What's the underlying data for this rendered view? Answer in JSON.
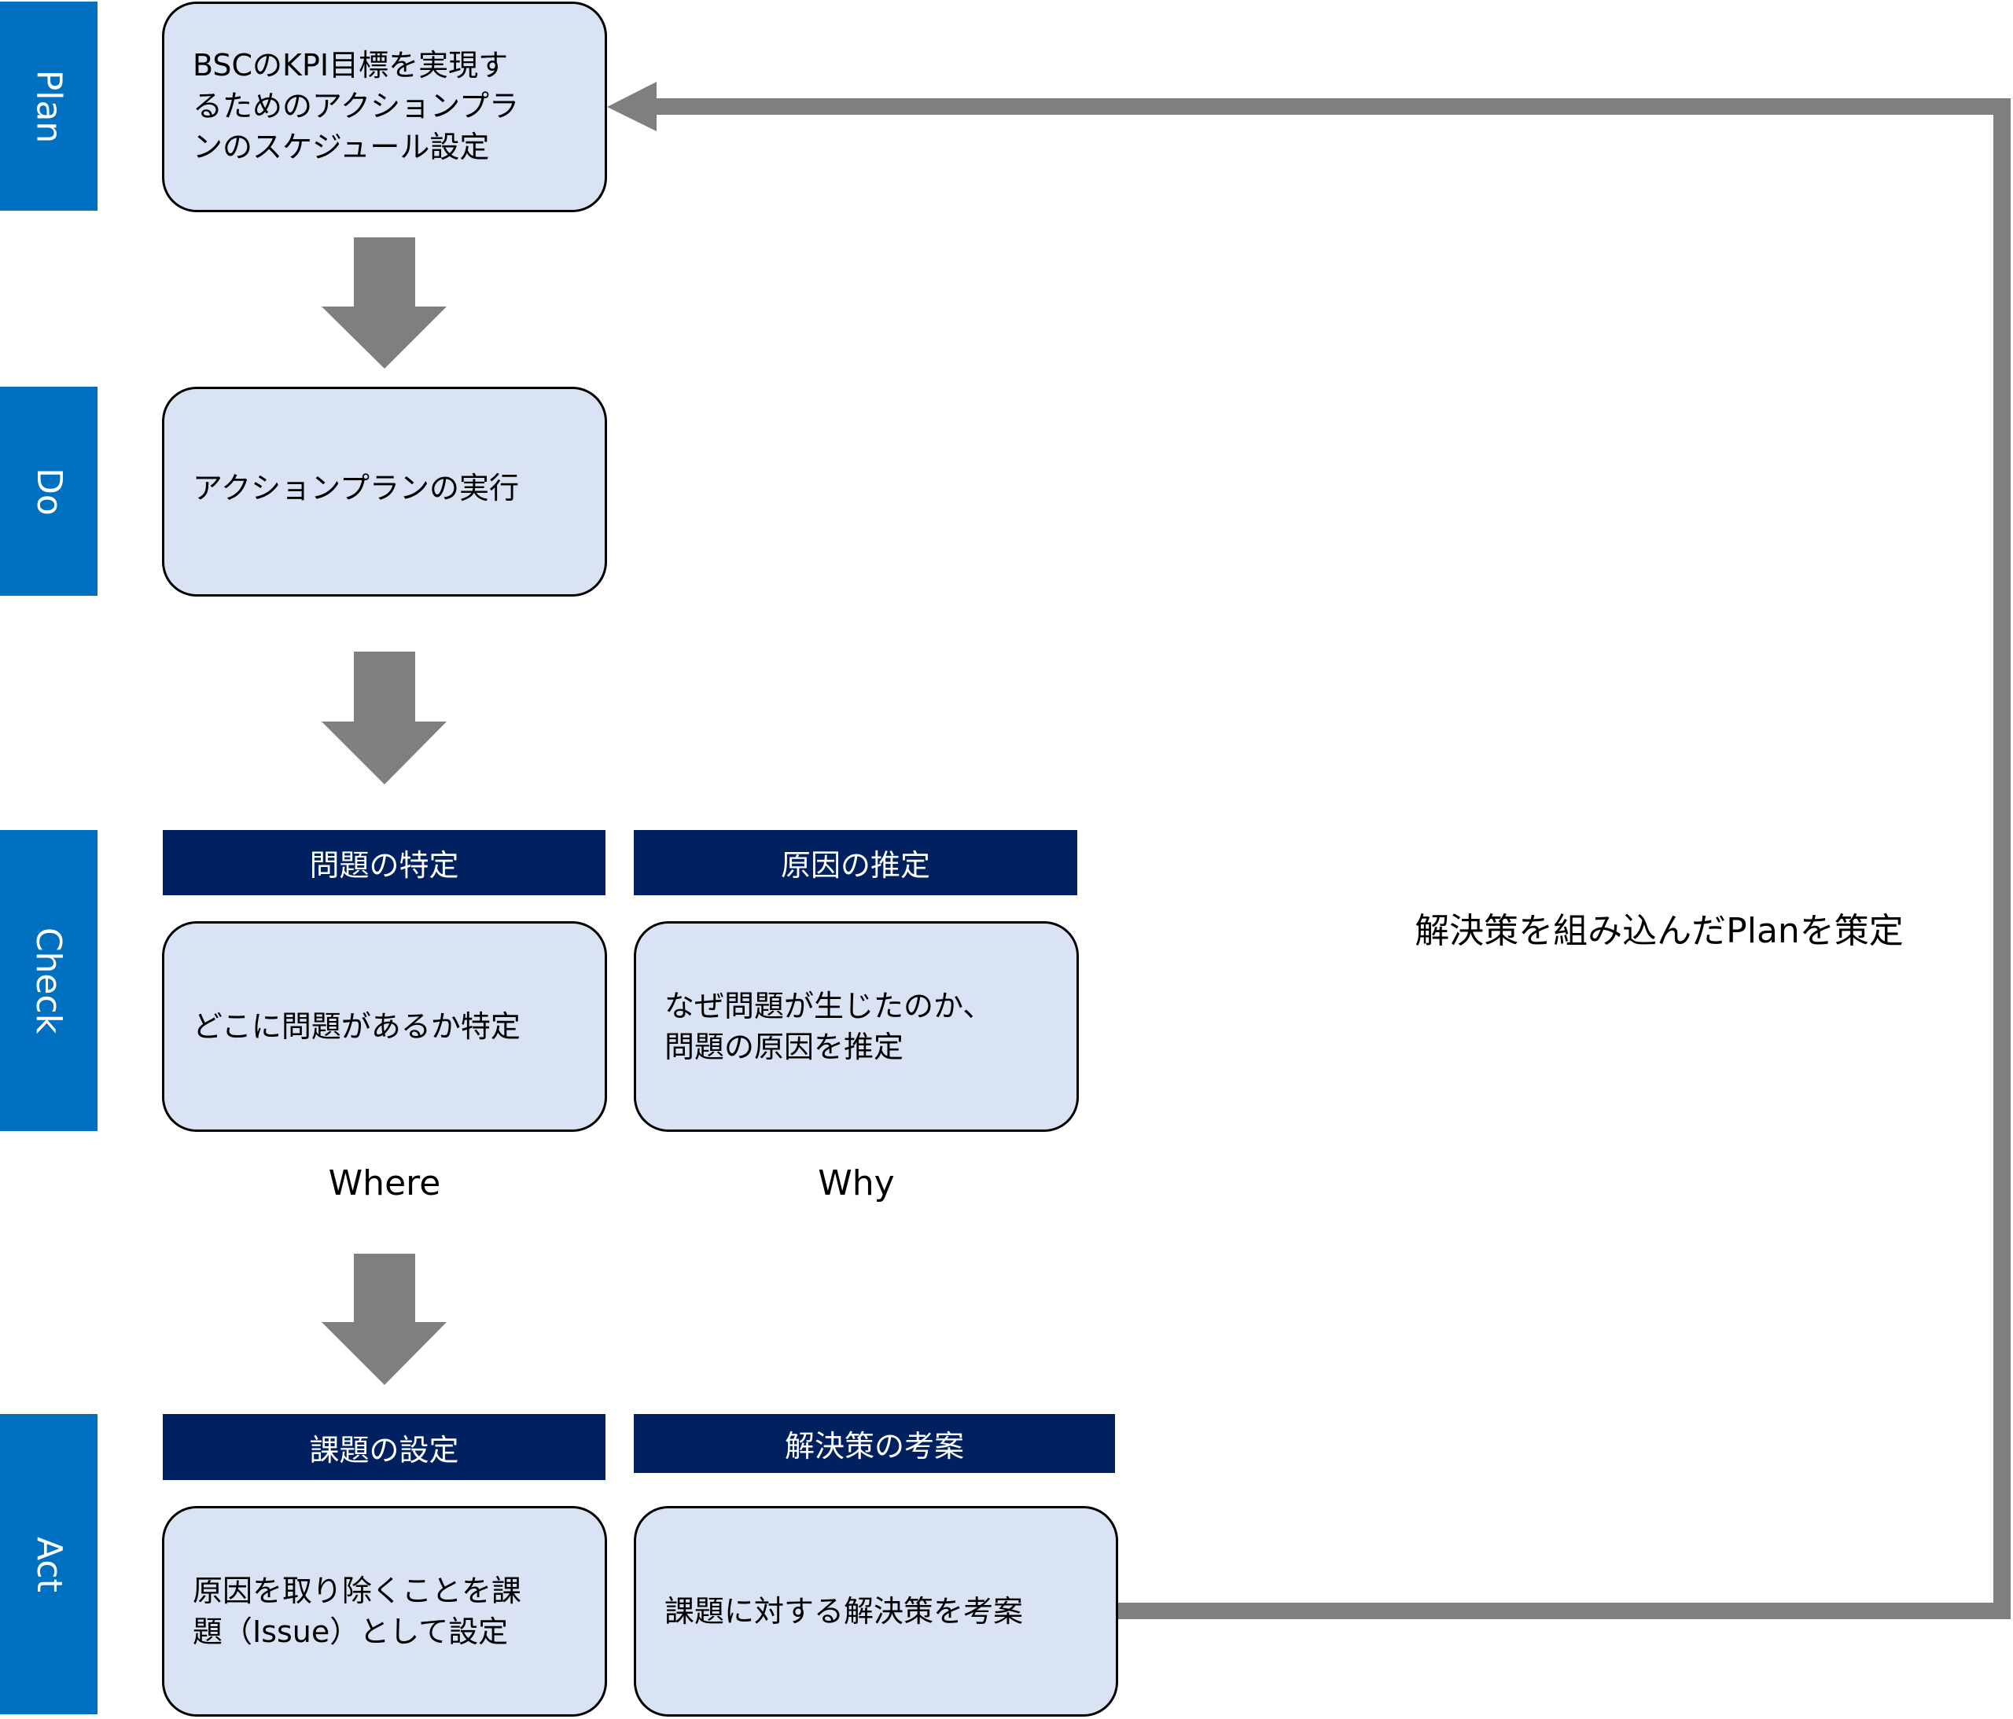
{
  "colors": {
    "phase_bg": "#0070c0",
    "header_bg": "#002060",
    "box_bg": "#dae3f3",
    "arrow": "#7f7f7f"
  },
  "phases": {
    "plan": "Plan",
    "do": "Do",
    "check": "Check",
    "act": "Act"
  },
  "plan": {
    "box_text": "BSCのKPI目標を実現す\nるためのアクションプラ\nンのスケジュール設定"
  },
  "do": {
    "box_text": "アクションプランの実行"
  },
  "check": {
    "left": {
      "header": "問題の特定",
      "box_text": "どこに問題があるか特定",
      "caption": "Where"
    },
    "right": {
      "header": "原因の推定",
      "box_text": "なぜ問題が生じたのか、\n問題の原因を推定",
      "caption": "Why"
    }
  },
  "act": {
    "left": {
      "header": "課題の設定",
      "box_text": "原因を取り除くことを課\n題（Issue）として設定"
    },
    "right": {
      "header": "解決策の考案",
      "box_text": "課題に対する解決策を考案"
    }
  },
  "feedback_label": "解決策を組み込んだPlanを策定"
}
